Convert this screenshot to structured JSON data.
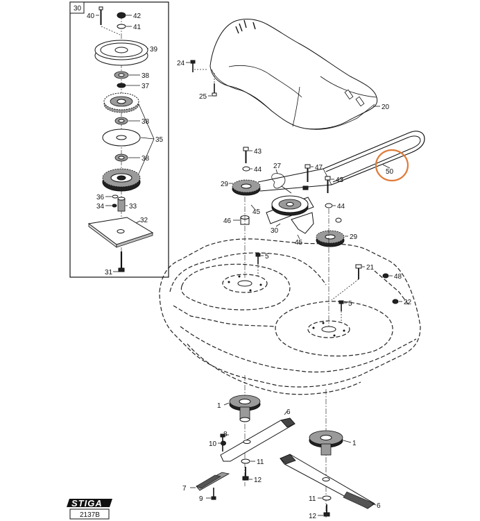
{
  "inset": {
    "title": "30"
  },
  "callouts": {
    "c1a": "1",
    "c1b": "1",
    "c5a": "5",
    "c5b": "5",
    "c6": "6",
    "c7": "7",
    "c8": "8",
    "c9": "9",
    "c10": "10",
    "c11a": "11",
    "c11b": "11",
    "c12a": "12",
    "c12b": "12",
    "c20": "20",
    "c21": "21",
    "c22": "22",
    "c24": "24",
    "c25": "25",
    "c27": "27",
    "c29a": "29",
    "c29b": "29",
    "c30": "30",
    "c31": "31",
    "c32": "32",
    "c33": "33",
    "c34": "34",
    "c35": "35",
    "c36": "36",
    "c37": "37",
    "c38a": "38",
    "c38b": "38",
    "c38c": "38",
    "c39": "39",
    "c40": "40",
    "c41": "41",
    "c42": "42",
    "c43a": "43",
    "c43b": "43",
    "c44a": "44",
    "c44b": "44",
    "c45a": "45",
    "c45b": "45",
    "c46": "46",
    "c47": "47",
    "c48": "48",
    "c50": "50"
  },
  "brand": {
    "logo_text": "STIGA",
    "drawing_number": "2137B"
  },
  "highlight": {
    "color": "#E07B39"
  }
}
